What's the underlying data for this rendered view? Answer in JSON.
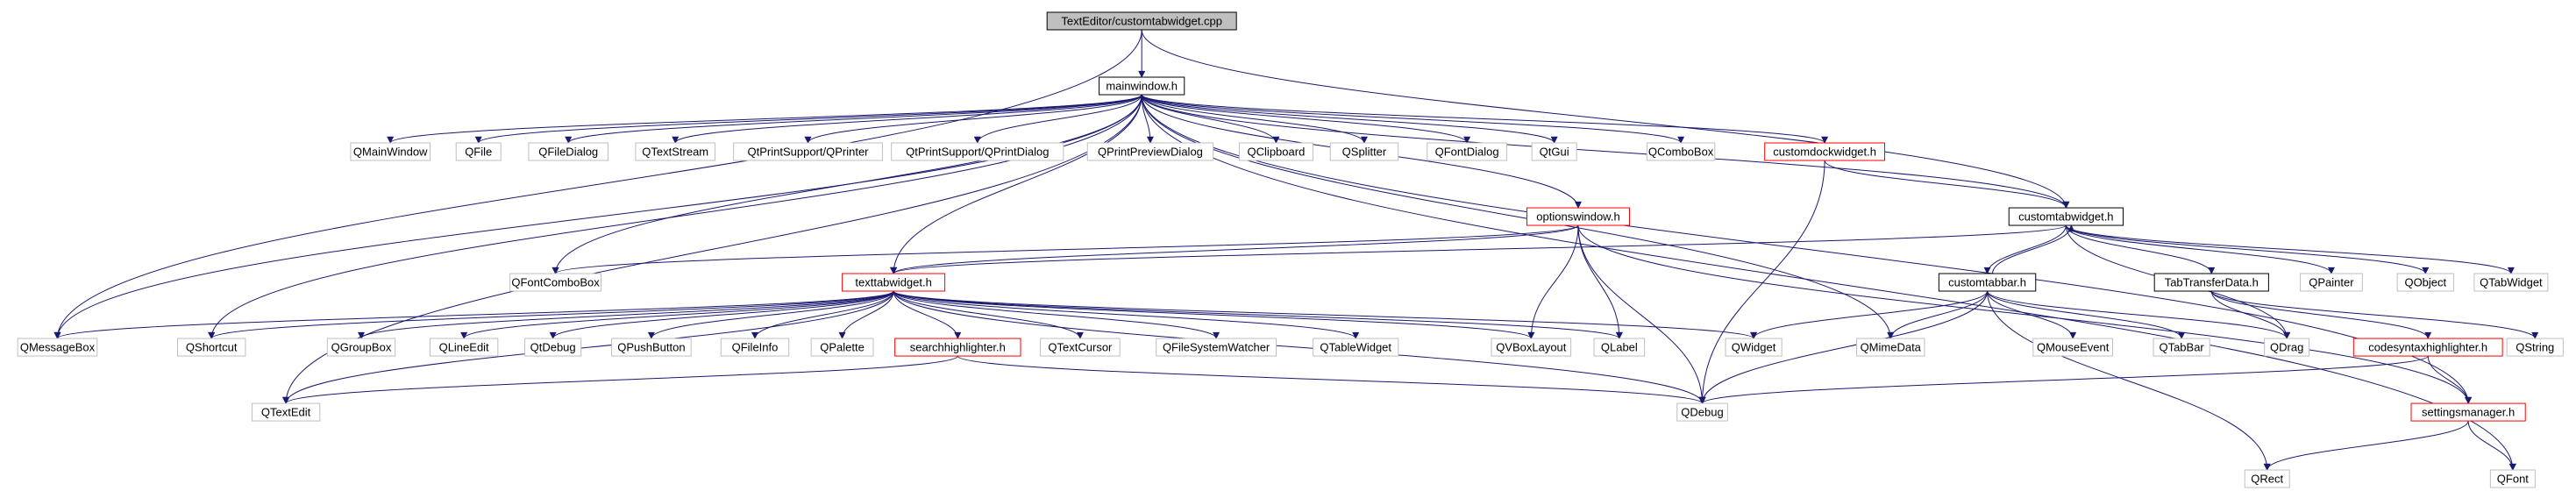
{
  "nodes": [
    {
      "id": "root",
      "label": "TextEditor/customtabwidget.cpp",
      "style": "root"
    },
    {
      "id": "mainwindow",
      "label": "mainwindow.h",
      "style": "doc"
    },
    {
      "id": "QMainWindow",
      "label": "QMainWindow",
      "style": "ext"
    },
    {
      "id": "QFile",
      "label": "QFile",
      "style": "ext"
    },
    {
      "id": "QFileDialog",
      "label": "QFileDialog",
      "style": "ext"
    },
    {
      "id": "QTextStream",
      "label": "QTextStream",
      "style": "ext"
    },
    {
      "id": "QtPrinter",
      "label": "QtPrintSupport/QPrinter",
      "style": "ext"
    },
    {
      "id": "QtPrintDialog",
      "label": "QtPrintSupport/QPrintDialog",
      "style": "ext"
    },
    {
      "id": "QPrintPreviewDialog",
      "label": "QPrintPreviewDialog",
      "style": "ext"
    },
    {
      "id": "QClipboard",
      "label": "QClipboard",
      "style": "ext"
    },
    {
      "id": "QSplitter",
      "label": "QSplitter",
      "style": "ext"
    },
    {
      "id": "QFontDialog",
      "label": "QFontDialog",
      "style": "ext"
    },
    {
      "id": "QtGui",
      "label": "QtGui",
      "style": "ext"
    },
    {
      "id": "QComboBox",
      "label": "QComboBox",
      "style": "ext"
    },
    {
      "id": "customdockwidget",
      "label": "customdockwidget.h",
      "style": "trunc"
    },
    {
      "id": "optionswindow",
      "label": "optionswindow.h",
      "style": "trunc"
    },
    {
      "id": "customtabwidget",
      "label": "customtabwidget.h",
      "style": "doc"
    },
    {
      "id": "QFontComboBox",
      "label": "QFontComboBox",
      "style": "ext"
    },
    {
      "id": "texttabwidget",
      "label": "texttabwidget.h",
      "style": "trunc"
    },
    {
      "id": "customtabbar",
      "label": "customtabbar.h",
      "style": "doc"
    },
    {
      "id": "TabTransferData",
      "label": "TabTransferData.h",
      "style": "doc"
    },
    {
      "id": "QPainter",
      "label": "QPainter",
      "style": "ext"
    },
    {
      "id": "QObject",
      "label": "QObject",
      "style": "ext"
    },
    {
      "id": "QTabWidget",
      "label": "QTabWidget",
      "style": "ext"
    },
    {
      "id": "QMessageBox",
      "label": "QMessageBox",
      "style": "ext"
    },
    {
      "id": "QShortcut",
      "label": "QShortcut",
      "style": "ext"
    },
    {
      "id": "QGroupBox",
      "label": "QGroupBox",
      "style": "ext"
    },
    {
      "id": "QLineEdit",
      "label": "QLineEdit",
      "style": "ext"
    },
    {
      "id": "QtDebug",
      "label": "QtDebug",
      "style": "ext"
    },
    {
      "id": "QPushButton",
      "label": "QPushButton",
      "style": "ext"
    },
    {
      "id": "QFileInfo",
      "label": "QFileInfo",
      "style": "ext"
    },
    {
      "id": "QPalette",
      "label": "QPalette",
      "style": "ext"
    },
    {
      "id": "searchhighlighter",
      "label": "searchhighlighter.h",
      "style": "trunc"
    },
    {
      "id": "QTextCursor",
      "label": "QTextCursor",
      "style": "ext"
    },
    {
      "id": "QFileSystemWatcher",
      "label": "QFileSystemWatcher",
      "style": "ext"
    },
    {
      "id": "QTableWidget",
      "label": "QTableWidget",
      "style": "ext"
    },
    {
      "id": "QVBoxLayout",
      "label": "QVBoxLayout",
      "style": "ext"
    },
    {
      "id": "QLabel",
      "label": "QLabel",
      "style": "ext"
    },
    {
      "id": "QWidget",
      "label": "QWidget",
      "style": "ext"
    },
    {
      "id": "QMimeData",
      "label": "QMimeData",
      "style": "ext"
    },
    {
      "id": "QMouseEvent",
      "label": "QMouseEvent",
      "style": "ext"
    },
    {
      "id": "QTabBar",
      "label": "QTabBar",
      "style": "ext"
    },
    {
      "id": "QDrag",
      "label": "QDrag",
      "style": "ext"
    },
    {
      "id": "codesyntaxhighlighter",
      "label": "codesyntaxhighlighter.h",
      "style": "trunc"
    },
    {
      "id": "QString",
      "label": "QString",
      "style": "ext"
    },
    {
      "id": "QTextEdit",
      "label": "QTextEdit",
      "style": "ext"
    },
    {
      "id": "QDebug",
      "label": "QDebug",
      "style": "ext"
    },
    {
      "id": "settingsmanager",
      "label": "settingsmanager.h",
      "style": "trunc"
    },
    {
      "id": "QRect",
      "label": "QRect",
      "style": "ext"
    },
    {
      "id": "QFont",
      "label": "QFont",
      "style": "ext"
    }
  ],
  "edges": [
    [
      "root",
      "mainwindow"
    ],
    [
      "root",
      "customtabwidget"
    ],
    [
      "root",
      "QMessageBox"
    ],
    [
      "mainwindow",
      "QMainWindow"
    ],
    [
      "mainwindow",
      "QFile"
    ],
    [
      "mainwindow",
      "QFileDialog"
    ],
    [
      "mainwindow",
      "QTextStream"
    ],
    [
      "mainwindow",
      "QtPrinter"
    ],
    [
      "mainwindow",
      "QtPrintDialog"
    ],
    [
      "mainwindow",
      "QPrintPreviewDialog"
    ],
    [
      "mainwindow",
      "QClipboard"
    ],
    [
      "mainwindow",
      "QSplitter"
    ],
    [
      "mainwindow",
      "QFontDialog"
    ],
    [
      "mainwindow",
      "QtGui"
    ],
    [
      "mainwindow",
      "QComboBox"
    ],
    [
      "mainwindow",
      "customdockwidget"
    ],
    [
      "mainwindow",
      "optionswindow"
    ],
    [
      "mainwindow",
      "customtabwidget"
    ],
    [
      "mainwindow",
      "QFontComboBox"
    ],
    [
      "mainwindow",
      "texttabwidget"
    ],
    [
      "mainwindow",
      "QMessageBox"
    ],
    [
      "mainwindow",
      "QShortcut"
    ],
    [
      "mainwindow",
      "QTextEdit"
    ],
    [
      "mainwindow",
      "QMimeData"
    ],
    [
      "mainwindow",
      "settingsmanager"
    ],
    [
      "mainwindow",
      "QFont"
    ],
    [
      "customdockwidget",
      "customtabwidget"
    ],
    [
      "customdockwidget",
      "QDebug"
    ],
    [
      "optionswindow",
      "QFontComboBox"
    ],
    [
      "optionswindow",
      "texttabwidget"
    ],
    [
      "optionswindow",
      "QVBoxLayout"
    ],
    [
      "optionswindow",
      "QLabel"
    ],
    [
      "optionswindow",
      "QDebug"
    ],
    [
      "optionswindow",
      "settingsmanager"
    ],
    [
      "customtabwidget",
      "texttabwidget"
    ],
    [
      "customtabwidget",
      "customtabbar"
    ],
    [
      "customtabwidget",
      "TabTransferData"
    ],
    [
      "customtabwidget",
      "QPainter"
    ],
    [
      "customtabwidget",
      "QObject"
    ],
    [
      "customtabwidget",
      "QTabWidget"
    ],
    [
      "customtabwidget",
      "QDrag"
    ],
    [
      "customtabbar",
      "customtabwidget"
    ],
    [
      "customtabbar",
      "QWidget"
    ],
    [
      "customtabbar",
      "QMimeData"
    ],
    [
      "customtabbar",
      "QMouseEvent"
    ],
    [
      "customtabbar",
      "QTabBar"
    ],
    [
      "customtabbar",
      "QDrag"
    ],
    [
      "customtabbar",
      "QDebug"
    ],
    [
      "customtabbar",
      "QRect"
    ],
    [
      "TabTransferData",
      "QDrag"
    ],
    [
      "TabTransferData",
      "codesyntaxhighlighter"
    ],
    [
      "TabTransferData",
      "QString"
    ],
    [
      "texttabwidget",
      "QMessageBox"
    ],
    [
      "texttabwidget",
      "QShortcut"
    ],
    [
      "texttabwidget",
      "QTextEdit"
    ],
    [
      "texttabwidget",
      "QGroupBox"
    ],
    [
      "texttabwidget",
      "QLineEdit"
    ],
    [
      "texttabwidget",
      "QtDebug"
    ],
    [
      "texttabwidget",
      "QPushButton"
    ],
    [
      "texttabwidget",
      "QFileInfo"
    ],
    [
      "texttabwidget",
      "QPalette"
    ],
    [
      "texttabwidget",
      "searchhighlighter"
    ],
    [
      "texttabwidget",
      "QTextCursor"
    ],
    [
      "texttabwidget",
      "QFileSystemWatcher"
    ],
    [
      "texttabwidget",
      "QTableWidget"
    ],
    [
      "texttabwidget",
      "QVBoxLayout"
    ],
    [
      "texttabwidget",
      "QLabel"
    ],
    [
      "texttabwidget",
      "QWidget"
    ],
    [
      "texttabwidget",
      "QDebug"
    ],
    [
      "searchhighlighter",
      "QTextEdit"
    ],
    [
      "searchhighlighter",
      "QDebug"
    ],
    [
      "codesyntaxhighlighter",
      "QDebug"
    ],
    [
      "codesyntaxhighlighter",
      "settingsmanager"
    ],
    [
      "settingsmanager",
      "QRect"
    ],
    [
      "settingsmanager",
      "QFont"
    ]
  ],
  "colors": {
    "edge": "#191970",
    "root_fill": "#bfbfbf",
    "doc_border": "#000000",
    "trunc_border": "#ff0000",
    "ext_border": "#bfbfbf",
    "text": "#000000"
  }
}
